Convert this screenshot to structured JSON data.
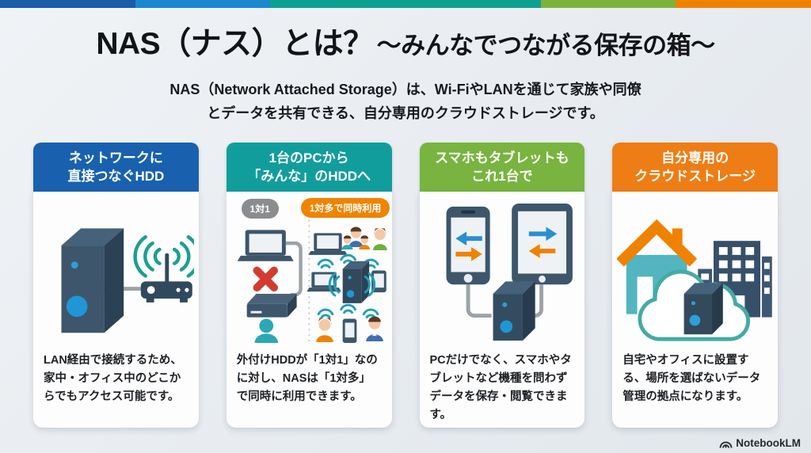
{
  "page": {
    "background": "#e9edf1",
    "title_main": "NAS（ナス）とは？",
    "title_sub": "～みんなでつながる保存の箱～",
    "subtitle_lines": [
      "NAS（Network Attached Storage）は、Wi-FiやLANを通じて家族や同僚",
      "とデータを共有できる、自分専用のクラウドストレージです。"
    ]
  },
  "top_stripe": {
    "colors": [
      "#1a5da8",
      "#1b87cf",
      "#0da192",
      "#0da192",
      "#7db33c",
      "#ee8200"
    ]
  },
  "cards": [
    {
      "id": "network-hdd",
      "header_color": "#1961ae",
      "header_lines": [
        "ネットワークに",
        "直接つなぐHDD"
      ],
      "caption": "LAN経由で接続するため、家中・オフィス中のどこからでもアクセス可能です。",
      "icons": [
        "nas-tower-icon",
        "lan-cable-icon",
        "wifi-router-icon"
      ]
    },
    {
      "id": "one-pc-to-everyone",
      "header_color": "#129d9d",
      "header_lines": [
        "1台のPCから",
        "「みんな」のHDDへ"
      ],
      "caption": "外付けHDDが「1対1」なのに対し、NASは「1対多」で同時に利用できます。",
      "badge_left": "1対1",
      "badge_left_color": "#8a8d8f",
      "badge_right": "1対多で同時利用",
      "badge_right_color": "#f08300",
      "icons": [
        "laptop-icon",
        "red-x-icon",
        "external-hdd-icon",
        "person-icon",
        "family-icon",
        "nas-tower-icon",
        "tablet-icon",
        "smartphone-icon",
        "wifi-waves-icon"
      ]
    },
    {
      "id": "phone-tablet",
      "header_color": "#78b43f",
      "header_lines": [
        "スマホもタブレットも",
        "これ1台で"
      ],
      "caption": "PCだけでなく、スマホやタブレットなど機種を問わずデータを保存・閲覧できます。",
      "icons": [
        "smartphone-sync-icon",
        "tablet-sync-icon",
        "nas-tower-icon",
        "transfer-arrows-icon"
      ]
    },
    {
      "id": "personal-cloud",
      "header_color": "#ee7d15",
      "header_lines": [
        "自分専用の",
        "クラウドストレージ"
      ],
      "caption": "自宅やオフィスに設置する、場所を選ばないデータ管理の拠点になります。",
      "icons": [
        "house-icon",
        "office-building-icon",
        "cloud-icon",
        "nas-tower-icon"
      ]
    }
  ],
  "footer": {
    "logo_text": "NotebookLM"
  },
  "palette": {
    "nas_body": "#3d566b",
    "nas_side": "#2b4154",
    "nas_top": "#46617a",
    "accent_blue": "#2196d6",
    "wifi_teal": "#1aa08f",
    "cable_gray": "#9aa3a9",
    "error_red": "#d43b30",
    "person_teal": "#2ba7b5",
    "house_teal": "#52b5c0",
    "roof_orange": "#ef8200",
    "building_navy": "#37506a"
  }
}
